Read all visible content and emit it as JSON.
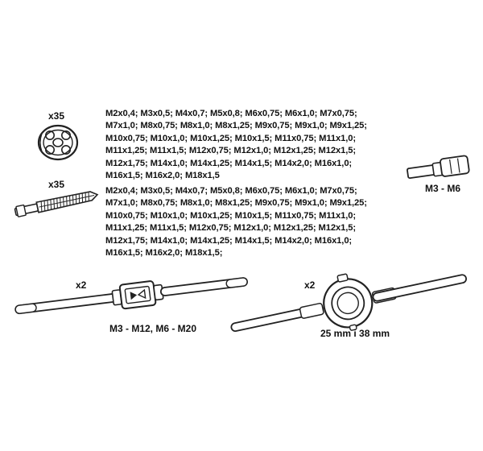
{
  "dies": {
    "qty": "x35",
    "sizes": [
      "M2x0,4; M3x0,5; M4x0,7; M5x0,8; M6x0,75; M6x1,0; M7x0,75;",
      "M7x1,0; M8x0,75; M8x1,0; M8x1,25; M9x0,75; M9x1,0; M9x1,25;",
      "M10x0,75; M10x1,0; M10x1,25; M10x1,5; M11x0,75; M11x1,0;",
      "M11x1,25; M11x1,5; M12x0,75; M12x1,0; M12x1,25; M12x1,5;",
      "M12x1,75; M14x1,0; M14x1,25; M14x1,5; M14x2,0; M16x1,0;",
      "M16x1,5; M16x2,0; M18x1,5"
    ]
  },
  "taps": {
    "qty": "x35",
    "sizes": [
      "M2x0,4; M3x0,5; M4x0,7; M5x0,8; M6x0,75; M6x1,0; M7x0,75;",
      "M7x1,0; M8x0,75; M8x1,0; M8x1,25; M9x0,75; M9x1,0; M9x1,25;",
      "M10x0,75; M10x1,0; M10x1,25; M10x1,5; M11x0,75; M11x1,0;",
      "M11x1,25; M11x1,5; M12x0,75; M12x1,0; M12x1,25; M12x1,5;",
      "M12x1,75; M14x1,0; M14x1,25; M14x1,5; M14x2,0; M16x1,0;",
      "M16x1,5; M16x2,0; M18x1,5;"
    ]
  },
  "adapter": {
    "caption": "M3 - M6"
  },
  "tap_wrench": {
    "qty": "x2",
    "caption": "M3 - M12, M6 - M20"
  },
  "die_stock": {
    "qty": "x2",
    "caption": "25 mm i 38 mm"
  }
}
